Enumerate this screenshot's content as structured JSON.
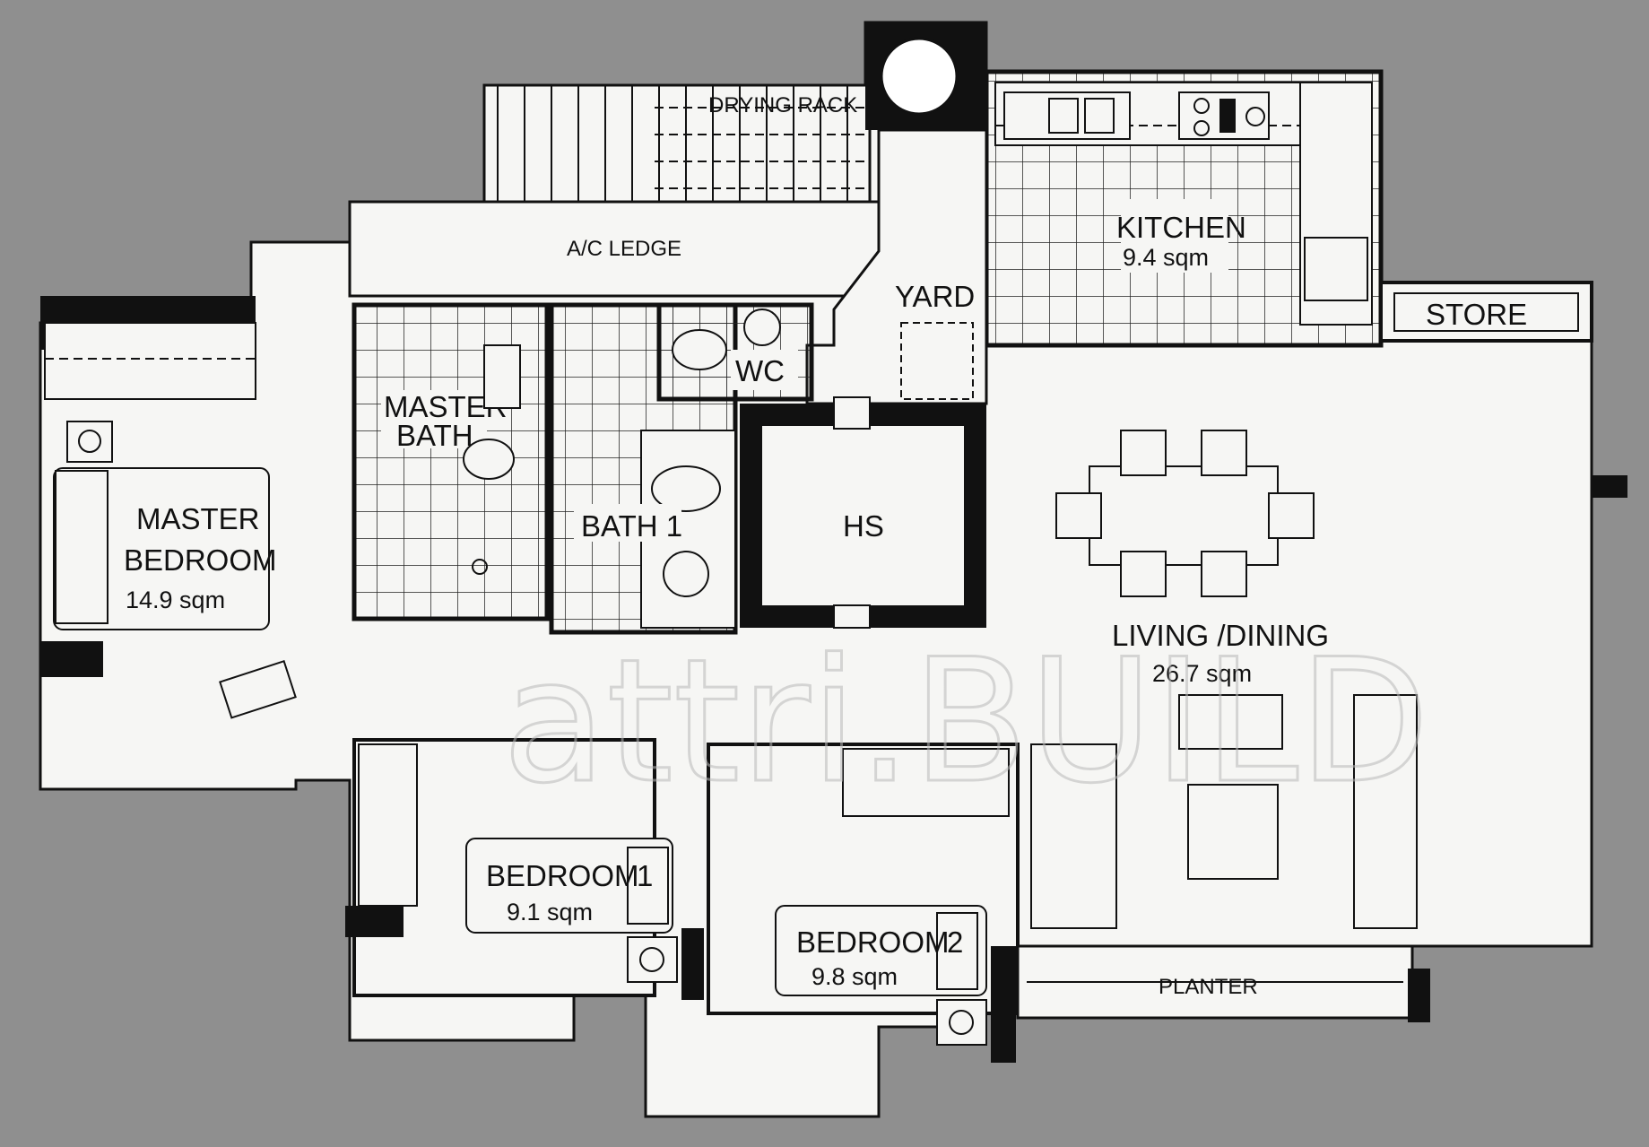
{
  "labels": {
    "drying_rack": "DRYING RACK",
    "ac_ledge": "A/C LEDGE",
    "yard": "YARD",
    "kitchen_name": "KITCHEN",
    "kitchen_area": "9.4 sqm",
    "store": "STORE",
    "master_bath_1": "MASTER",
    "master_bath_2": "BATH",
    "wc": "WC",
    "bath1": "BATH  1",
    "hs": "HS",
    "master_bedroom_1": "MASTER",
    "master_bedroom_2": "BEDROOM",
    "master_bedroom_area": "14.9 sqm",
    "living_dining": "LIVING /DINING",
    "living_dining_area": "26.7 sqm",
    "bedroom1_name": "BEDROOM",
    "bedroom1_no": "1",
    "bedroom1_area": "9.1 sqm",
    "bedroom2_name": "BEDROOM",
    "bedroom2_no": "2",
    "bedroom2_area": "9.8 sqm",
    "planter": "PLANTER"
  },
  "watermark": "attri.BUILD"
}
